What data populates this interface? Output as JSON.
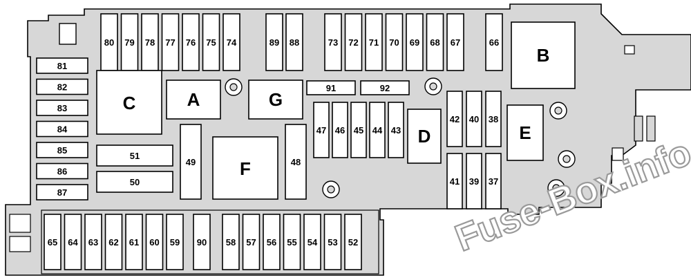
{
  "watermark": "Fuse-Box.info",
  "colors": {
    "panel_fill": "#d7d7d7",
    "outline": "#000000",
    "slot_fill": "#ffffff",
    "watermark_stroke": "#9a9a9a"
  },
  "fuses": {
    "top_left_row": [
      "80",
      "79",
      "78",
      "77",
      "76",
      "75",
      "74"
    ],
    "top_mid_pair": [
      "89",
      "88"
    ],
    "top_right_row": [
      "73",
      "72",
      "71",
      "70",
      "69",
      "68",
      "67"
    ],
    "top_far_right": "66",
    "left_column": [
      "81",
      "82",
      "83",
      "84",
      "85",
      "86",
      "87"
    ],
    "horizontal_mid": [
      "91",
      "92",
      "51",
      "50"
    ],
    "vertical_mid": [
      "49",
      "48"
    ],
    "center_row": [
      "47",
      "46",
      "45",
      "44",
      "43"
    ],
    "right_upper": [
      "42",
      "40",
      "38"
    ],
    "right_lower": [
      "41",
      "39",
      "37"
    ],
    "bottom_left_row": [
      "65",
      "64",
      "63",
      "62",
      "61",
      "60",
      "59"
    ],
    "bottom_mid": "90",
    "bottom_right_row": [
      "58",
      "57",
      "56",
      "55",
      "54",
      "53",
      "52"
    ]
  },
  "relays": {
    "A": "A",
    "B": "B",
    "C": "C",
    "D": "D",
    "E": "E",
    "F": "F",
    "G": "G"
  }
}
